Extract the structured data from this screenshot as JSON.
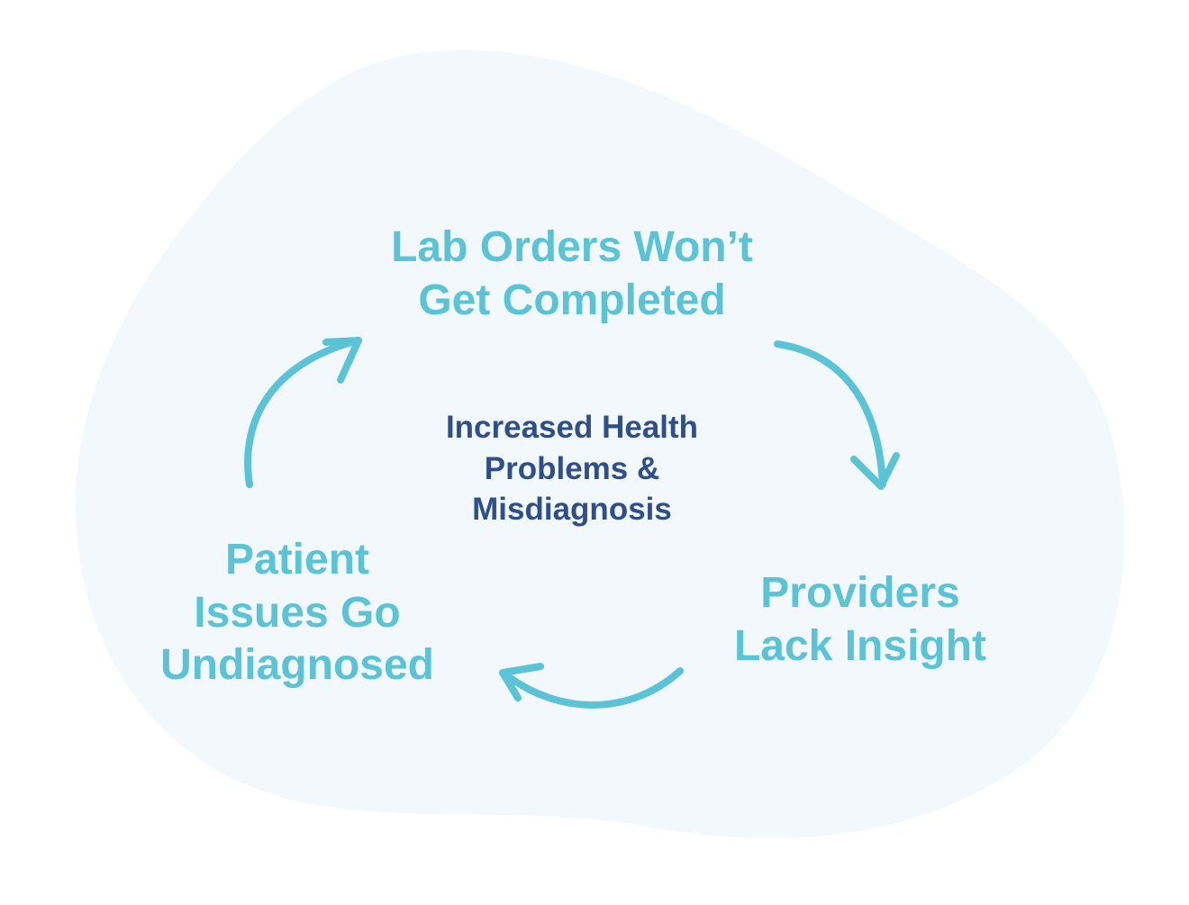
{
  "colors": {
    "background_blob": "#f3f8fc",
    "cycle_text": "#5bc3d6",
    "arrow": "#5bc3d6",
    "center_text": "#2f4f8a"
  },
  "cycle": {
    "top": {
      "lines": [
        "Lab Orders Won’t",
        "Get Completed"
      ]
    },
    "right": {
      "lines": [
        "Providers",
        "Lack Insight"
      ]
    },
    "left": {
      "lines": [
        "Patient",
        "Issues Go",
        "Undiagnosed"
      ]
    }
  },
  "center": {
    "lines": [
      "Increased Health",
      "Problems &",
      "Misdiagnosis"
    ]
  },
  "arrows": [
    {
      "from": "top",
      "to": "right"
    },
    {
      "from": "right",
      "to": "left"
    },
    {
      "from": "left",
      "to": "top"
    }
  ]
}
